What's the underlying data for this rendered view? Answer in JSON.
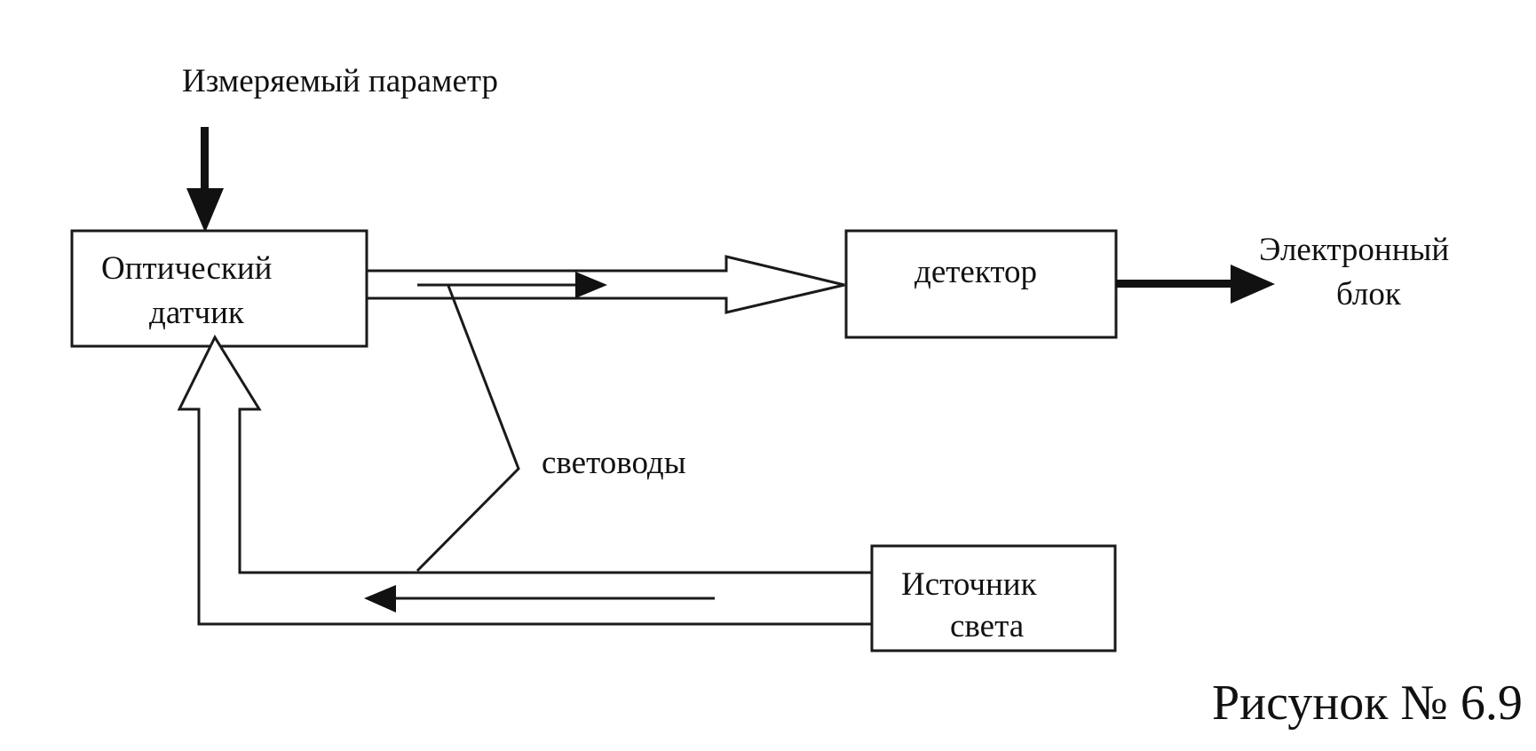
{
  "labels": {
    "measured_parameter": "Измеряемый параметр",
    "optical_sensor_line1": "Оптический",
    "optical_sensor_line2": "датчик",
    "detector": "детектор",
    "electronic_block_line1": "Электронный",
    "electronic_block_line2": "блок",
    "light_guides": "световоды",
    "light_source_line1": "Источник",
    "light_source_line2": "света"
  },
  "caption": "Рисунок № 6.9"
}
